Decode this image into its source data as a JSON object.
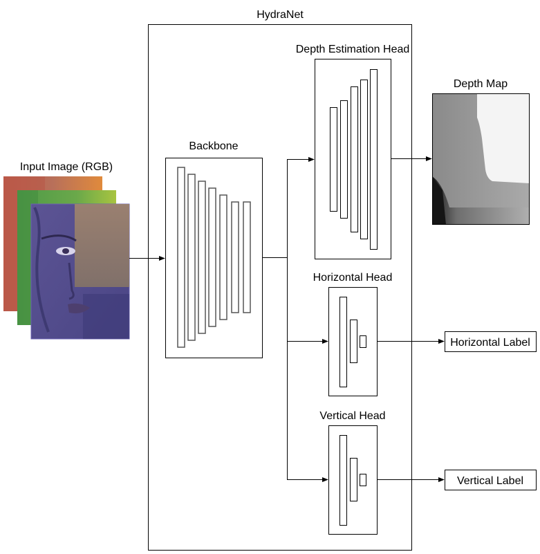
{
  "title": "HydraNet",
  "input": {
    "label": "Input Image (RGB)"
  },
  "backbone": {
    "label": "Backbone"
  },
  "heads": {
    "depth": {
      "label": "Depth Estimation Head"
    },
    "horizontal": {
      "label": "Horizontal Head"
    },
    "vertical": {
      "label": "Vertical Head"
    }
  },
  "outputs": {
    "depth_map": {
      "label": "Depth Map"
    },
    "horizontal": {
      "label": "Horizontal Label"
    },
    "vertical": {
      "label": "Vertical Label"
    }
  },
  "colors": {
    "channel_red": "#b86a58",
    "channel_green": "#5f9a4a",
    "channel_blue": "#5a5090"
  }
}
